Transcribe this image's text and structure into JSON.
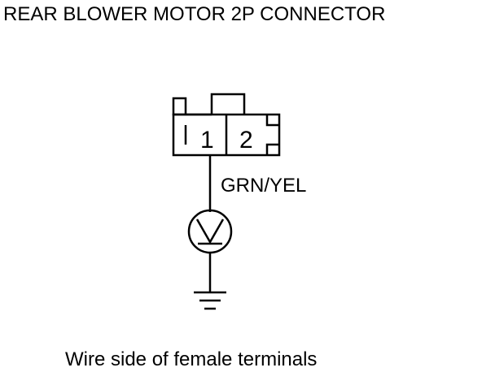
{
  "title": "REAR BLOWER MOTOR 2P CONNECTOR",
  "connector": {
    "terminals": [
      {
        "label": "1"
      },
      {
        "label": "2"
      }
    ]
  },
  "wire": {
    "color_label": "GRN/YEL"
  },
  "meter": {
    "symbol": "V"
  },
  "caption": "Wire side of female terminals",
  "colors": {
    "line": "#000000",
    "background": "#ffffff"
  }
}
